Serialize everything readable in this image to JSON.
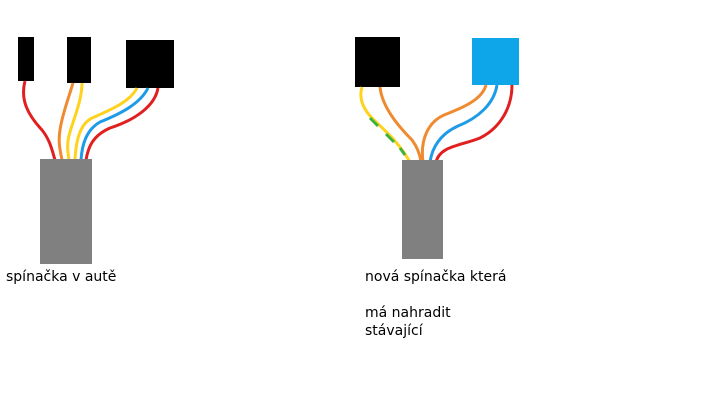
{
  "left_diagram": {
    "caption": "spínačka v autě"
  },
  "right_diagram": {
    "caption_line1": "nová spínačka která",
    "caption_line2": "má nahradit",
    "caption_line3": "stávající"
  },
  "colors": {
    "connector_black": "#000000",
    "connector_blue": "#0ea5e9",
    "switch_body": "#808080",
    "wire_red": "#e02020",
    "wire_orange": "#f08a30",
    "wire_yellow": "#ffd21e",
    "wire_blue": "#1e9be6",
    "wire_green": "#3cb43c"
  }
}
